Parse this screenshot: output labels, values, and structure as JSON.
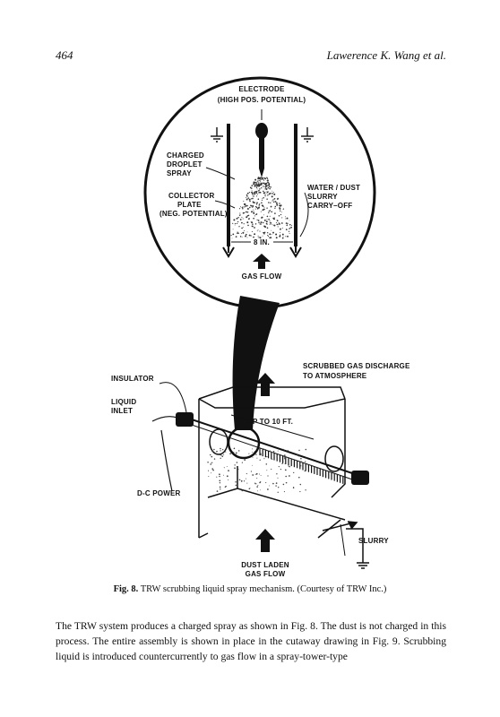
{
  "header": {
    "page_number": "464",
    "authors": "Lawerence K. Wang et al."
  },
  "figure": {
    "labels": {
      "electrode_1": "ELECTRODE",
      "electrode_2": "(HIGH POS. POTENTIAL)",
      "charged_1": "CHARGED",
      "charged_2": "DROPLET",
      "charged_3": "SPRAY",
      "collector_1": "COLLECTOR",
      "collector_2": "PLATE",
      "collector_3": "(NEG. POTENTIAL)",
      "water_1": "WATER / DUST",
      "water_2": "SLURRY",
      "water_3": "CARRY–OFF",
      "spacing": "8 IN.",
      "gas_flow": "GAS FLOW",
      "discharge_1": "SCRUBBED GAS DISCHARGE",
      "discharge_2": "TO ATMOSPHERE",
      "insulator": "INSULATOR",
      "liquid_1": "LIQUID",
      "liquid_2": "INLET",
      "length": "UP TO 10 FT.",
      "dc_power": "D-C POWER",
      "slurry": "SLURRY",
      "dust_1": "DUST LADEN",
      "dust_2": "GAS FLOW"
    }
  },
  "caption": {
    "label": "Fig. 8.",
    "text": "TRW scrubbing liquid spray mechanism. (Courtesy of TRW Inc.)"
  },
  "body_text": "The TRW system produces a charged spray as shown in Fig. 8. The dust is not charged in this process. The entire assembly is shown in place in the cutaway drawing in Fig. 9. Scrubbing liquid is introduced countercurrently to gas flow in a spray-tower-type"
}
